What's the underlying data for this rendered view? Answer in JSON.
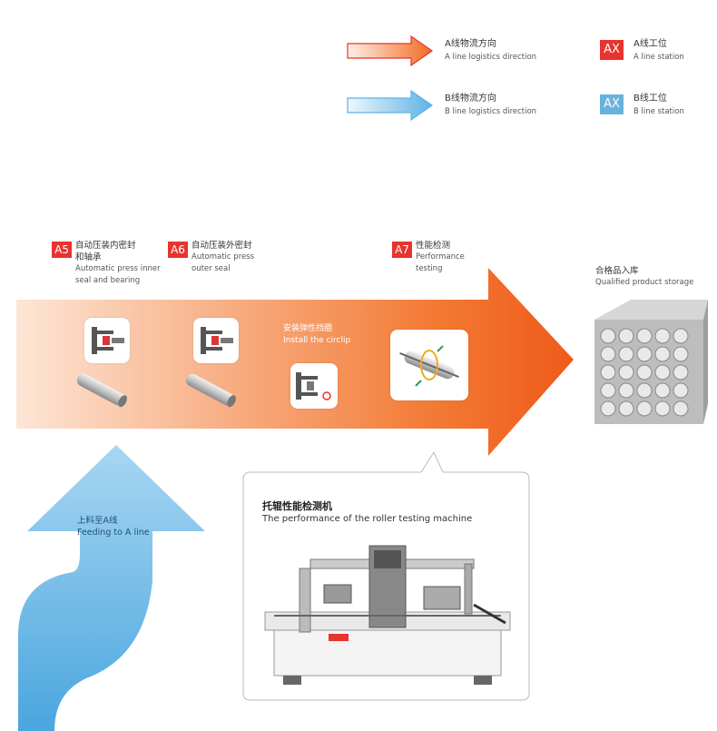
{
  "legend": {
    "a_direction": {
      "cn": "A线物流方向",
      "en": "A line logistics direction"
    },
    "b_direction": {
      "cn": "B线物流方向",
      "en": "B line logistics direction"
    },
    "a_station": {
      "badge": "AX",
      "cn": "A线工位",
      "en": "A line station"
    },
    "b_station": {
      "badge": "AX",
      "cn": "B线工位",
      "en": "B line station"
    }
  },
  "steps": [
    {
      "badge": "A5",
      "cn1": "自动压装内密封",
      "cn2": "和轴承",
      "en1": "Automatic press inner",
      "en2": "seal and bearing"
    },
    {
      "badge": "A6",
      "cn1": "自动压装外密封",
      "en1": "Automatic press",
      "en2": "outer seal"
    },
    {
      "badge": "A7",
      "cn1": "性能检测",
      "en1": "Performance",
      "en2": "testing"
    }
  ],
  "circlip": {
    "cn": "安装弹性挡圈",
    "en": "Install the circlip"
  },
  "storage": {
    "cn": "合格品入库",
    "en": "Qualified product storage"
  },
  "feeding": {
    "cn": "上料至A线",
    "en": "Feeding to A line"
  },
  "machine": {
    "cn": "托辊性能检测机",
    "en": "The performance of the roller testing machine"
  },
  "colors": {
    "a_line": "#e8332e",
    "b_line": "#6ab2de",
    "orange": "#f26b22"
  },
  "icons": [
    "press-icon",
    "roller-icon",
    "circlip-icon",
    "performance-test-icon",
    "roller-stack-icon",
    "testing-machine-image"
  ]
}
